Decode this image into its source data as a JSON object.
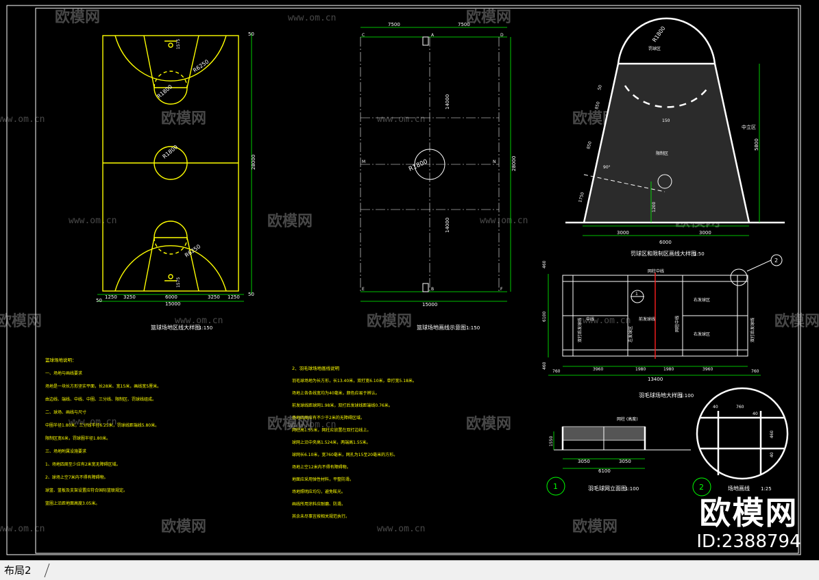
{
  "watermark": {
    "brand": "欧模网",
    "url": "www.om.cn"
  },
  "brand_overlay": {
    "logo": "欧模网",
    "id": "ID:2388794"
  },
  "tabs": [
    {
      "label": "布局2",
      "active": true
    }
  ],
  "basketball": {
    "title": "篮球场地区线大样图",
    "scale": "1:150",
    "dims": {
      "bottom_total": "15000",
      "d1250": "1250",
      "d3250": "3250",
      "d6000": "6000",
      "edge50": "50",
      "length": "28000",
      "r6250": "R6250",
      "r1800": "R1800",
      "d1575": "1575"
    }
  },
  "layout_plan": {
    "title": "篮球场地画线示意图",
    "scale": "1:150",
    "dims": {
      "top_left": "7500",
      "top_right": "7500",
      "bottom": "15000",
      "side": "28000",
      "half1": "14000",
      "half2": "14000",
      "r": "R1800"
    },
    "letters": {
      "c": "C",
      "a": "A",
      "d": "D",
      "m": "M",
      "n": "N",
      "e": "E",
      "b": "B",
      "f": "F"
    }
  },
  "net_zone": {
    "title": "罚球区和限制区画线大样图",
    "scale": "1:50",
    "dims": {
      "r1800": "R1800",
      "d3000a": "3000",
      "d3000b": "3000",
      "d6000": "6000",
      "d5800": "5800",
      "d1200": "1200",
      "d50": "50",
      "d850": "850",
      "d1750": "1750",
      "d150": "150",
      "d90": "90°"
    },
    "labels": {
      "center": "中立区",
      "restricted": "限制区",
      "ft": "罚球区"
    }
  },
  "badminton": {
    "title": "羽毛球场地大样图",
    "scale": "1:100",
    "dims": {
      "d760a": "760",
      "d3960a": "3960",
      "d1980a": "1980",
      "d1980b": "1980",
      "d3960b": "3960",
      "d760b": "760",
      "total": "13400",
      "d460a": "460",
      "d6100": "6100",
      "d460b": "460"
    },
    "labels": {
      "top": "网柱中线",
      "left_court": "左发球区",
      "right_court": "右发球区",
      "left_side": "双打后发球线",
      "right_side": "双打后发球线",
      "mid1": "中线",
      "mid2": "前发球线",
      "net_center": "网柱中线",
      "c1": "1",
      "c2": "2"
    }
  },
  "net_elevation": {
    "title": "羽毛球网立面图",
    "scale": "1:100",
    "label_top": "网柱  (高度)",
    "dims": {
      "d3050a": "3050",
      "d3050b": "3050",
      "d6100": "6100",
      "d1550": "1550"
    },
    "circle": "1"
  },
  "detail": {
    "title": "场地画线",
    "scale": "1:25",
    "dims": {
      "d760": "760",
      "d40a": "40",
      "d40b": "40",
      "d40c": "40",
      "d460": "460"
    },
    "circle": "2"
  },
  "notes_left": {
    "heading": "篮球场地说明：",
    "lines": [
      "一、场地与画线要求",
      "    场地是一块长方形坚实平面，长28米、宽15米，画线宽5厘米。",
      "    由边线、端线、中线、中圈、三分线、限制区、罚球线组成。",
      "二、球场、画线与尺寸",
      "    中圈半径1.80米，三分线半径6.25米，罚球线距端线5.80米。",
      "    限制区宽6米，罚球圈半径1.80米。",
      "三、场地附属设施要求",
      "    1、场地四周至少应有2米宽无障碍区域。",
      "    2、球场上空7米内不得有障碍物。",
      "    球篮、篮板及支架设置应符合国际篮联规定。",
      "    篮圈上沿距地面高度3.05米。"
    ]
  },
  "notes_mid": {
    "heading": "2、羽毛球场地画线说明",
    "lines": [
      "    羽毛球场地为长方形，长13.40米，双打宽6.10米，单打宽5.18米。",
      "    场地上各条线宽均为40毫米，颜色应易于辨认。",
      "    前发球线距球网1.98米，双打后发球线距端线0.76米。",
      "    场地四周应有不少于2米的无障碍区域。",
      "    网柱高1.55米，网柱应放置在双打边线上。",
      "    球网上沿中央高1.524米，两端高1.55米。",
      "    球网长6.10米，宽760毫米，网孔为15至20毫米的方形。",
      "    场地上空12米内不得有障碍物。",
      "    地面应采用弹性材料，平整防滑。",
      "    场地照明应均匀，避免眩光。",
      "    画线所用涂料应耐磨、防滑。",
      "    其余未尽事宜按相关规范执行。"
    ]
  }
}
